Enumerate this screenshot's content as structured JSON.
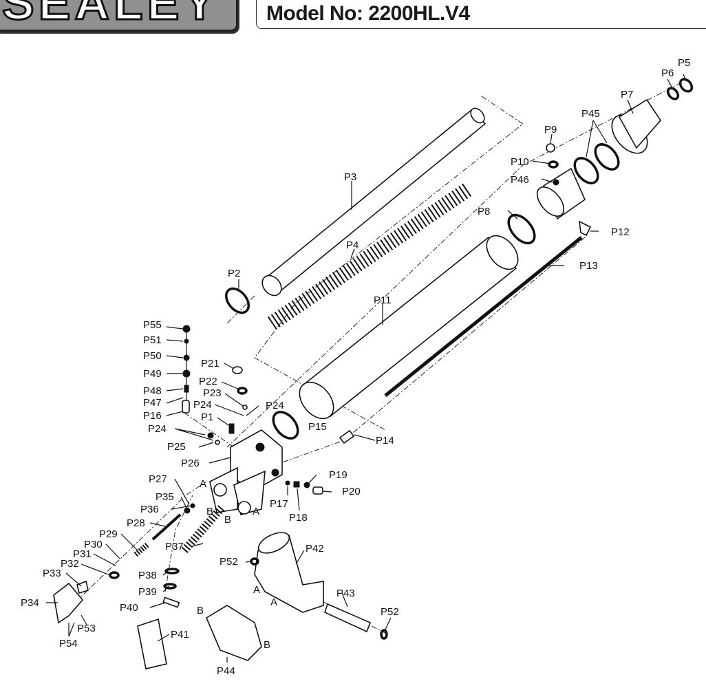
{
  "header": {
    "logo": "SEALEY",
    "model": "Model No: 2200HL.V4"
  },
  "labels": {
    "p5": "P5",
    "p6": "P6",
    "p7": "P7",
    "p9": "P9",
    "p45": "P45",
    "p10": "P10",
    "p46": "P46",
    "p3": "P3",
    "p8": "P8",
    "p12": "P12",
    "p13": "P13",
    "p4": "P4",
    "p2": "P2",
    "p11": "P11",
    "p55": "P55",
    "p51": "P51",
    "p50": "P50",
    "p49": "P49",
    "p48": "P48",
    "p47": "P47",
    "p16": "P16",
    "p21": "P21",
    "p22": "P22",
    "p23": "P23",
    "p24a": "P24",
    "p24b": "P24",
    "p1": "P1",
    "p24c": "P24",
    "p25": "P25",
    "p15": "P15",
    "p14": "P14",
    "p26": "P26",
    "p27": "P27",
    "p19": "P19",
    "p20": "P20",
    "p35": "P35",
    "p36": "P36",
    "p17": "P17",
    "p18": "P18",
    "p28": "P28",
    "p29": "P29",
    "p37": "P37",
    "p30": "P30",
    "p42": "P42",
    "p31": "P31",
    "p32": "P32",
    "p52a": "P52",
    "p33": "P33",
    "p38": "P38",
    "p39": "P39",
    "p43": "P43",
    "p52b": "P52",
    "p34": "P34",
    "p40": "P40",
    "p54": "P54",
    "p53": "P53",
    "p41": "P41",
    "p44": "P44"
  },
  "markers": {
    "a": "A",
    "b": "B"
  }
}
